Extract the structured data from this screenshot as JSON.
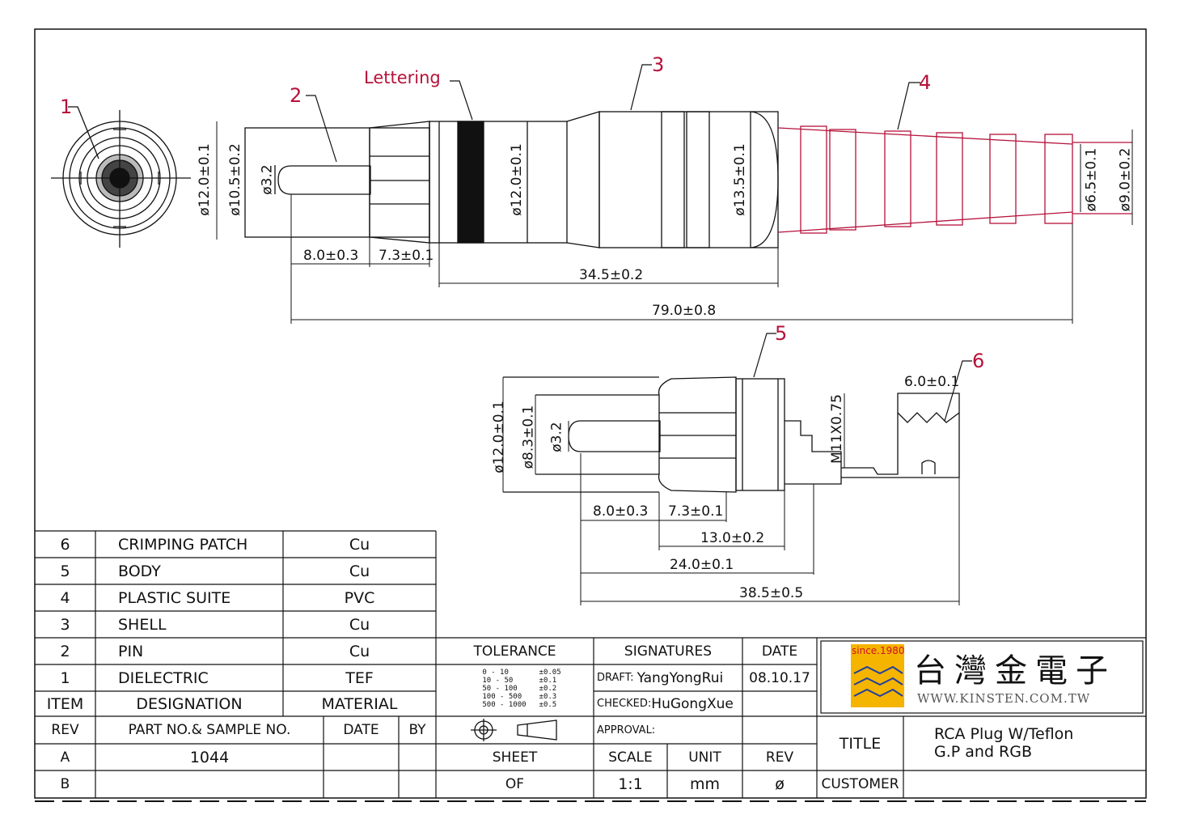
{
  "callouts": {
    "lettering": "Lettering",
    "n1": "1",
    "n2": "2",
    "n3": "3",
    "n4": "4",
    "n5": "5",
    "n6": "6"
  },
  "dims_top": {
    "d_body": "ø12.0±0.1",
    "d_inner": "ø10.5±0.2",
    "d_pin": "ø3.2",
    "d_shell": "ø12.0±0.1",
    "d_grip": "ø13.5±0.1",
    "d_cable": "ø6.5±0.1",
    "d_sleeve": "ø9.0±0.2",
    "len_pin": "8.0±0.3",
    "len_collar": "7.3±0.1",
    "len_shell": "34.5±0.2",
    "len_total": "79.0±0.8"
  },
  "dims_bottom": {
    "d_body": "ø12.0±0.1",
    "d_inner": "ø8.3±0.1",
    "d_pin": "ø3.2",
    "thread": "M11X0.75",
    "patch_w": "6.0±0.1",
    "len_pin": "8.0±0.3",
    "len_collar": "7.3±0.1",
    "len_a": "13.0±0.2",
    "len_b": "24.0±0.1",
    "len_total": "38.5±0.5"
  },
  "bom": {
    "rows": [
      {
        "item": "6",
        "designation": "CRIMPING PATCH",
        "material": "Cu"
      },
      {
        "item": "5",
        "designation": "BODY",
        "material": "Cu"
      },
      {
        "item": "4",
        "designation": "PLASTIC SUITE",
        "material": "PVC"
      },
      {
        "item": "3",
        "designation": "SHELL",
        "material": "Cu"
      },
      {
        "item": "2",
        "designation": "PIN",
        "material": "Cu"
      },
      {
        "item": "1",
        "designation": "DIELECTRIC",
        "material": "TEF"
      }
    ],
    "header": {
      "item": "ITEM",
      "designation": "DESIGNATION",
      "material": "MATERIAL"
    }
  },
  "revisions": {
    "header": {
      "rev": "REV",
      "part": "PART NO.& SAMPLE NO.",
      "date": "DATE",
      "by": "BY"
    },
    "rows": [
      {
        "rev": "A",
        "part": "1044",
        "date": "",
        "by": ""
      },
      {
        "rev": "B",
        "part": "",
        "date": "",
        "by": ""
      }
    ]
  },
  "tolerance": {
    "header": "TOLERANCE",
    "ranges": [
      "0 - 10",
      "10 - 50",
      "50 - 100",
      "100 - 500",
      "500 - 1000"
    ],
    "values": [
      "±0.05",
      "±0.1",
      "±0.2",
      "±0.3",
      "±0.5"
    ]
  },
  "signatures": {
    "header": "SIGNATURES",
    "date_header": "DATE",
    "draft_label": "DRAFT:",
    "draft": "YangYongRui",
    "draft_date": "08.10.17",
    "checked_label": "CHECKED:",
    "checked": "HuGongXue",
    "approval_label": "APPROVAL:"
  },
  "sheet": {
    "sheet_label": "SHEET",
    "of_label": "OF",
    "scale_label": "SCALE",
    "scale": "1:1",
    "unit_label": "UNIT",
    "unit": "mm",
    "rev_label": "REV",
    "rev": "ø"
  },
  "company": {
    "since": "since.1980",
    "name_cn": "台灣金電子",
    "website": "WWW.KINSTEN.COM.TW"
  },
  "title_block": {
    "title_label": "TITLE",
    "title_line1": "RCA Plug W/Teflon",
    "title_line2": "G.P and RGB",
    "customer_label": "CUSTOMER"
  },
  "colors": {
    "ink": "#111111",
    "callout": "#b5123a",
    "plastic": "#b5123a",
    "logo_bg": "#f5b400",
    "logo_blue": "#1f3f9e"
  }
}
